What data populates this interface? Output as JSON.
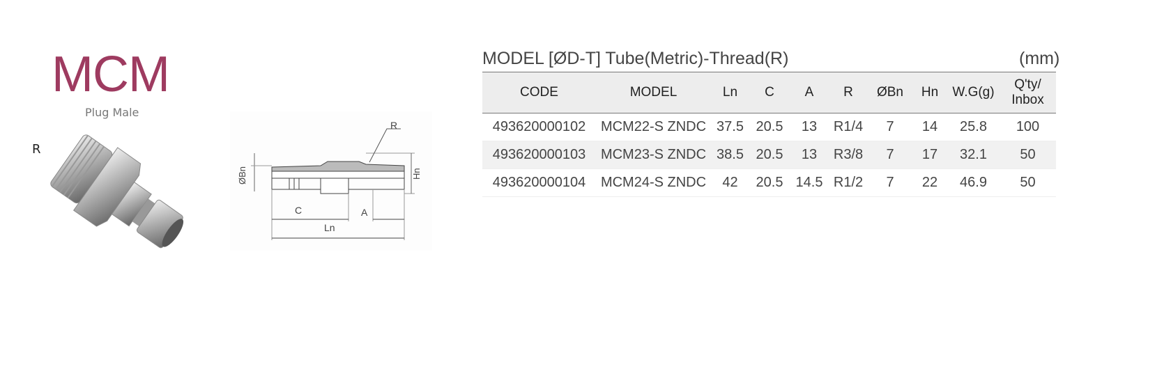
{
  "product": {
    "name": "MCM",
    "subtitle": "Plug Male",
    "photo_label": "R"
  },
  "diagram": {
    "labels": {
      "r": "R",
      "bn": "ØBn",
      "hn": "Hn",
      "c": "C",
      "a": "A",
      "ln": "Ln"
    }
  },
  "table": {
    "title": "MODEL [ØD-T] Tube(Metric)-Thread(R)",
    "unit": "(mm)",
    "headers": [
      "CODE",
      "MODEL",
      "Ln",
      "C",
      "A",
      "R",
      "ØBn",
      "Hn",
      "W.G(g)",
      "Q'ty/ Inbox"
    ],
    "rows": [
      [
        "493620000102",
        "MCM22-S ZNDC",
        "37.5",
        "20.5",
        "13",
        "R1/4",
        "7",
        "14",
        "25.8",
        "100"
      ],
      [
        "493620000103",
        "MCM23-S ZNDC",
        "38.5",
        "20.5",
        "13",
        "R3/8",
        "7",
        "17",
        "32.1",
        "50"
      ],
      [
        "493620000104",
        "MCM24-S ZNDC",
        "42",
        "20.5",
        "14.5",
        "R1/2",
        "7",
        "22",
        "46.9",
        "50"
      ]
    ]
  }
}
